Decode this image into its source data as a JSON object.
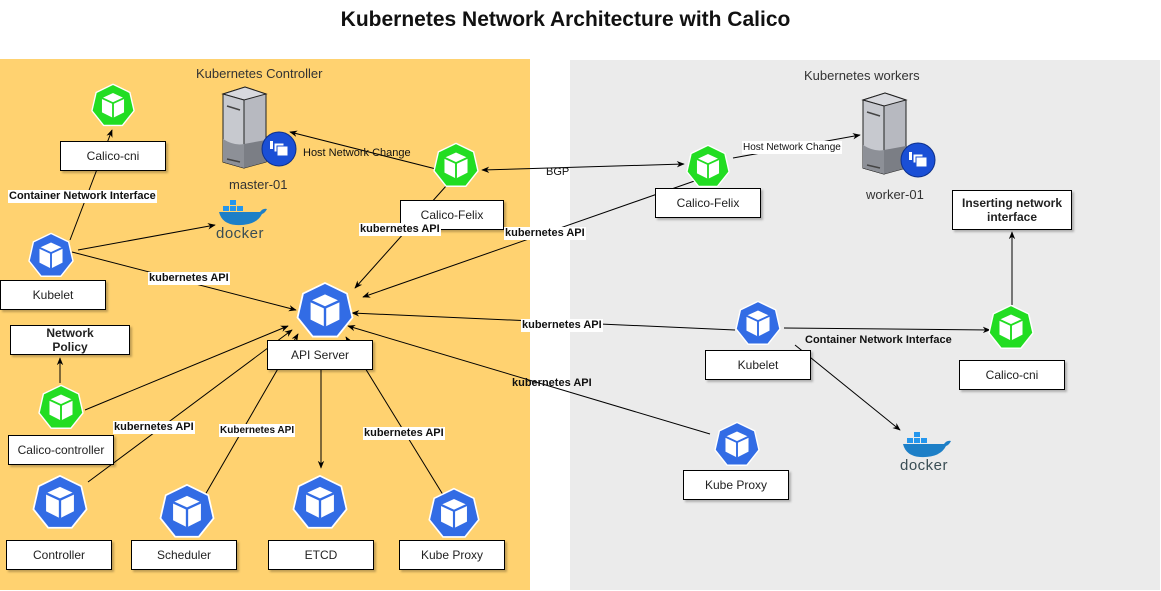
{
  "title": "Kubernetes Network Architecture with Calico",
  "colors": {
    "controller_panel": "#ffd270",
    "worker_panel": "#ebebeb",
    "k8s_blue": "#326ce5",
    "calico_green": "#22dd22",
    "badge_blue": "#1a4fd6"
  },
  "controller": {
    "label": "Kubernetes Controller",
    "host": "master-01",
    "host_icon": "server-icon",
    "nodes": {
      "calico_cni": "Calico-cni",
      "kubelet": "Kubelet",
      "network_policy": "Network Policy",
      "calico_controller": "Calico-controller",
      "calico_felix": "Calico-Felix",
      "api_server": "API Server",
      "controller": "Controller",
      "scheduler": "Scheduler",
      "etcd": "ETCD",
      "kube_proxy": "Kube Proxy"
    },
    "docker": "docker"
  },
  "workers": {
    "label": "Kubernetes workers",
    "host": "worker-01",
    "host_icon": "server-icon",
    "nodes": {
      "calico_felix": "Calico-Felix",
      "inserting_nic": "Inserting network interface",
      "kubelet": "Kubelet",
      "calico_cni": "Calico-cni",
      "kube_proxy": "Kube Proxy"
    },
    "docker": "docker"
  },
  "edges": {
    "cni_ctrl": "Container Network Interface",
    "host_change_ctrl": "Host Network Change",
    "bgp": "BGP",
    "host_change_worker": "Host Network Change",
    "kapi_felix_ctrl": "kubernetes API",
    "kapi_felix_worker": "kubernetes API",
    "kapi_kubelet_ctrl": "kubernetes API",
    "kapi_kubelet_worker": "kubernetes API",
    "kapi_proxy_worker": "kubernetes API",
    "kapi_controller": "kubernetes API",
    "kapi_scheduler": "Kubernetes API",
    "kapi_proxy_ctrl": "kubernetes API",
    "cni_worker": "Container Network Interface"
  }
}
